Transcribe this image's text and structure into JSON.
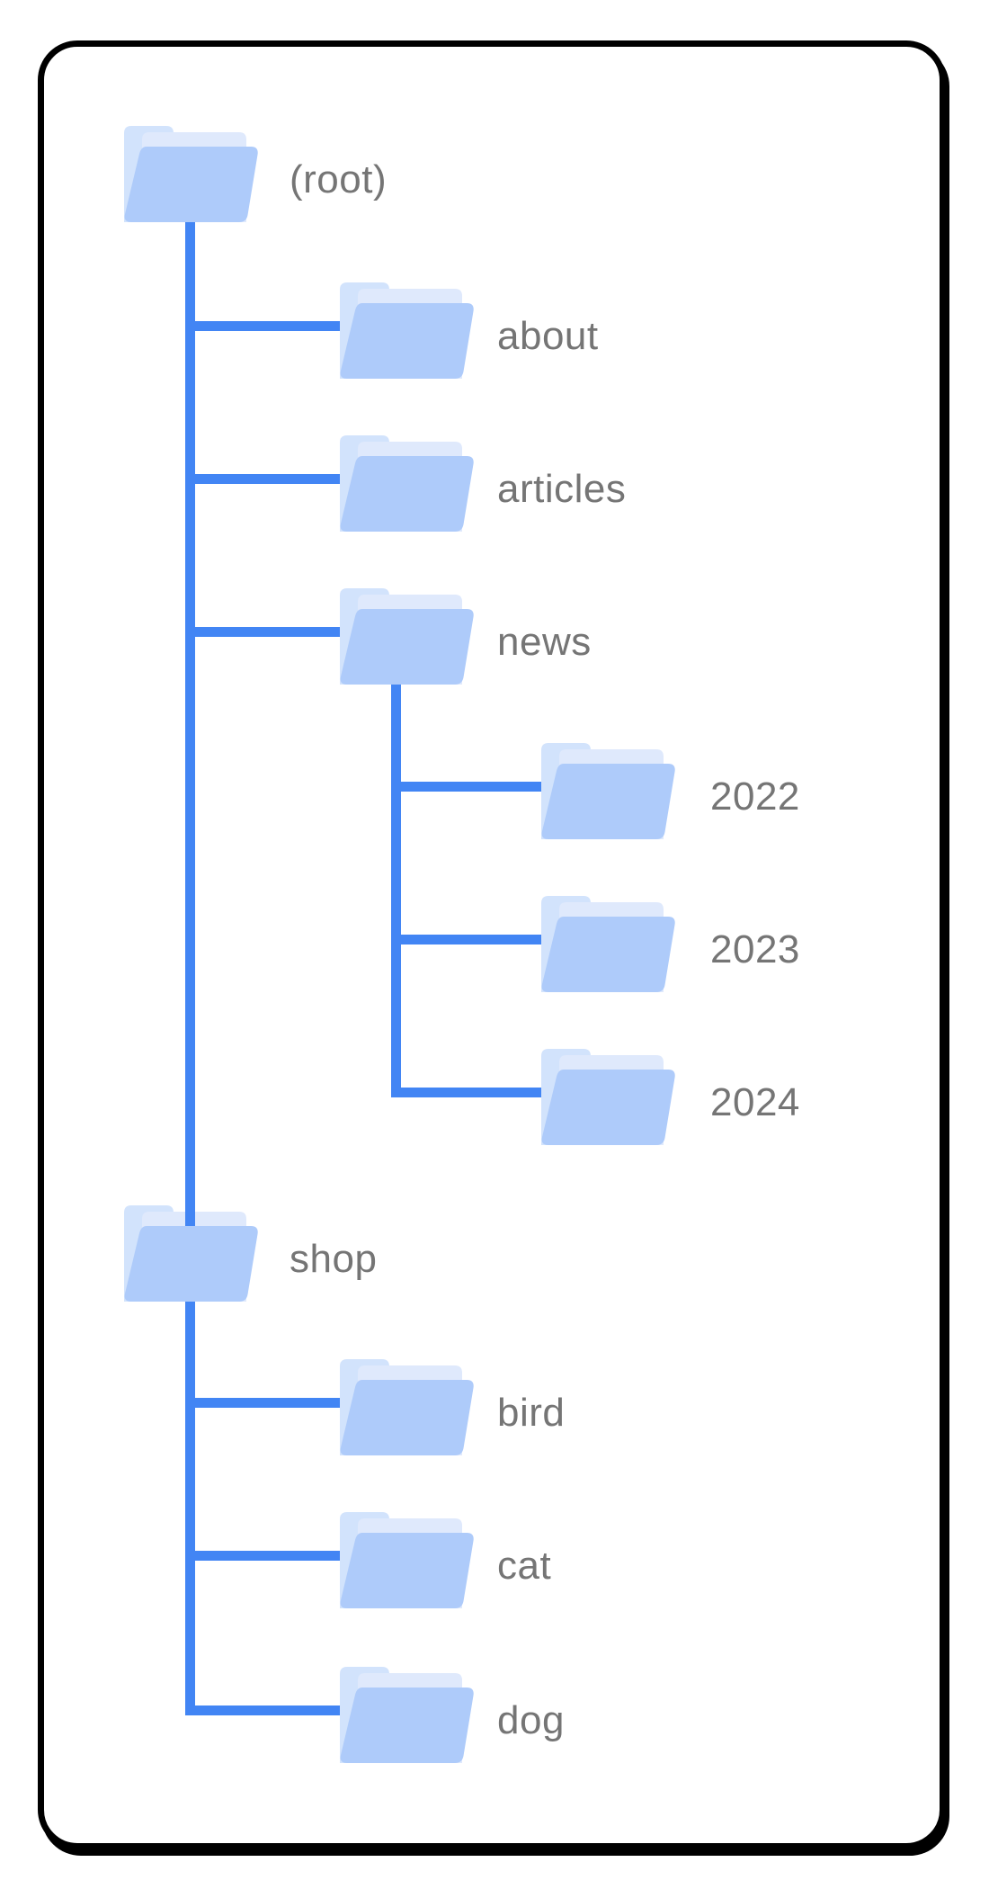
{
  "diagram": {
    "kind": "site-folder-structure-tree",
    "node_count": 11
  },
  "colors": {
    "connector_blue": "#4285f4",
    "folder_front_blue": "#aecbfa",
    "folder_back_blue": "#d2e3fc",
    "folder_sheet_blue": "#dfe9fc",
    "label_gray": "#757575",
    "card_border_black": "#000000",
    "background_white": "#ffffff"
  },
  "tree": {
    "label": "(root)",
    "children": [
      {
        "label": "about",
        "children": []
      },
      {
        "label": "articles",
        "children": []
      },
      {
        "label": "news",
        "children": [
          {
            "label": "2022",
            "children": []
          },
          {
            "label": "2023",
            "children": []
          },
          {
            "label": "2024",
            "children": []
          }
        ]
      },
      {
        "label": "shop",
        "children": [
          {
            "label": "bird",
            "children": []
          },
          {
            "label": "cat",
            "children": []
          },
          {
            "label": "dog",
            "children": []
          }
        ]
      }
    ]
  }
}
